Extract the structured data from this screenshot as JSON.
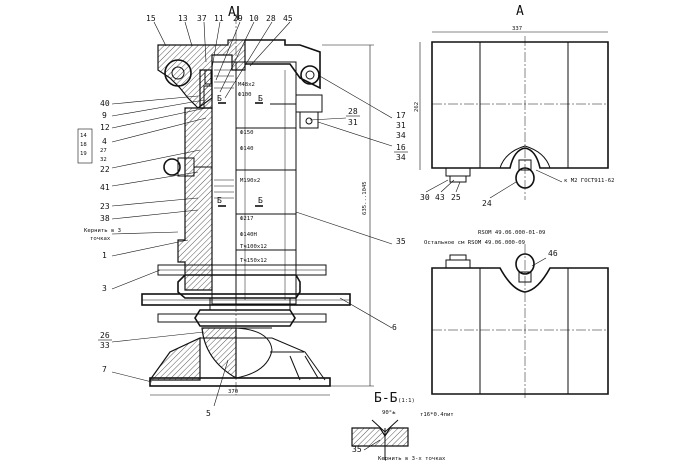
{
  "section_marks": {
    "top_a": "A",
    "view_a_title": "A",
    "section_bb_title": "Б-Б",
    "section_bb_scale": "(1:1)",
    "cut_b_left_upper": "Б",
    "cut_b_right_upper": "Б",
    "cut_b_left_lower": "Б",
    "cut_b_right_lower": "Б"
  },
  "balloons_left": [
    "40",
    "9",
    "12",
    "4",
    "22",
    "41",
    "23",
    "38",
    "1",
    "3",
    "26",
    "33",
    "7"
  ],
  "balloons_left_boxed": [
    "14",
    "18",
    "19",
    "27",
    "32"
  ],
  "balloons_top": [
    "15",
    "13",
    "37",
    "11",
    "29",
    "10",
    "28",
    "45"
  ],
  "balloons_right": [
    "17",
    "31",
    "34",
    "28",
    "31",
    "16",
    "34",
    "35",
    "6"
  ],
  "balloons_bottom": [
    "5"
  ],
  "balloons_view_a": [
    "30",
    "43",
    "25",
    "24"
  ],
  "balloon_view_a_lower": "46",
  "balloon_section_bb": "35",
  "dimensions": {
    "d1": "M48x2",
    "d2": "Ф100",
    "d3": "Ф150",
    "d4": "Ф140",
    "d5": "M190x2",
    "d6": "Ф217",
    "d7": "Ф140H",
    "d8": "Тч100x12",
    "d9": "Тч150x12",
    "height_total": "635...1045",
    "base_width": "370",
    "view_a_width": "337",
    "view_a_height": "262",
    "view_a_note": "к М2 ГОСТ911-62",
    "section_angle": "90°±",
    "section_note": "т16*0.4пит"
  },
  "notes": {
    "left_note_line1": "Кернить в 3",
    "left_note_line2": "точках",
    "spec_line1": "RSOM 49.06.000-01-09",
    "spec_line2": "Остальное  см  RSOM 49.06.000-09",
    "bottom_note": "Кернить в 3-х точках"
  }
}
